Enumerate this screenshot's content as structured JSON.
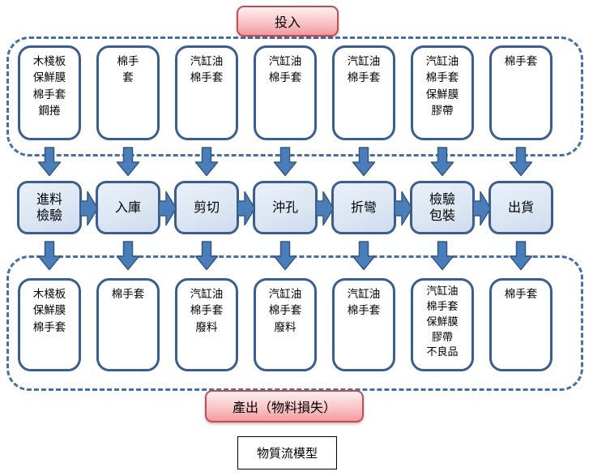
{
  "diagram": {
    "caption": "物質流模型",
    "input": {
      "label": "投入",
      "items": [
        "木棧板\n保鮮膜\n棉手套\n鋼捲",
        "棉手\n套",
        "汽缸油\n棉手套",
        "汽缸油\n棉手套",
        "汽缸油\n棉手套",
        "汽缸油\n棉手套\n保鮮膜\n膠帶",
        "棉手套"
      ]
    },
    "process": {
      "steps": [
        "進料\n檢驗",
        "入庫",
        "剪切",
        "沖孔",
        "折彎",
        "檢驗\n包裝",
        "出貨"
      ]
    },
    "output": {
      "label": "產出（物料損失）",
      "items": [
        "木棧板\n保鮮膜\n棉手套",
        "棉手套",
        "汽缸油\n棉手套\n廢料",
        "汽缸油\n棉手套\n廢料",
        "汽缸油\n棉手套",
        "汽缸油\n棉手套\n保鮮膜\n膠帶\n不良品",
        "棉手套"
      ]
    },
    "colors": {
      "blue_arrow_fill": "#4a7ebb",
      "blue_border": "#3b5e91",
      "blue_light_fill": "#dce7f3",
      "dashed_border": "#4470a6",
      "pink_border": "#bc5055",
      "pink_fill_top": "#fdeeee",
      "pink_fill_bottom": "#f29a9f"
    }
  }
}
